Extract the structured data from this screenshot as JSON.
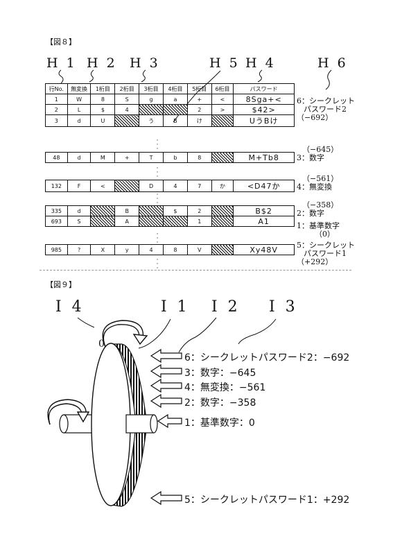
{
  "fig8": {
    "label": "【図８】",
    "h_labels": [
      "H 1",
      "H 2",
      "H 3",
      "H 5",
      "H 4",
      "H 6"
    ],
    "headers": [
      "行No.",
      "無変換",
      "1桁目",
      "2桁目",
      "3桁目",
      "4桁目",
      "5桁目",
      "6桁目",
      "パスワード"
    ],
    "rows": [
      {
        "cells": [
          "1",
          "W",
          "8",
          "S",
          "g",
          "a",
          "+",
          "<",
          "8Sga+<"
        ],
        "hatch": []
      },
      {
        "cells": [
          "2",
          "L",
          "$",
          "4",
          "",
          "",
          "2",
          ">",
          "$42>"
        ],
        "hatch": [
          4,
          5
        ]
      },
      {
        "cells": [
          "3",
          "d",
          "U",
          "",
          "う",
          "B",
          "け",
          "",
          "UうBけ"
        ],
        "hatch": [
          3,
          7
        ]
      },
      {
        "cells": [
          "48",
          "d",
          "M",
          "+",
          "T",
          "b",
          "8",
          "",
          "M+Tb8"
        ],
        "hatch": [
          7
        ]
      },
      {
        "cells": [
          "132",
          "F",
          "<",
          "",
          "D",
          "4",
          "7",
          "か",
          "<D47か"
        ],
        "hatch": [
          3
        ]
      },
      {
        "cells": [
          "335",
          "d",
          "",
          "B",
          "",
          "$",
          "2",
          "",
          "B$2"
        ],
        "hatch": [
          2,
          4,
          7
        ]
      },
      {
        "cells": [
          "693",
          "S",
          "",
          "A",
          "",
          "",
          "1",
          "",
          "A1"
        ],
        "hatch": [
          2,
          4,
          5,
          7
        ]
      },
      {
        "cells": [
          "985",
          "?",
          "X",
          "y",
          "4",
          "8",
          "V",
          "",
          "Xy48V"
        ],
        "hatch": [
          7
        ]
      }
    ],
    "row_labels": {
      "r1": {
        "name": "6：シークレット",
        "name2": "パスワード2",
        "value": "（−692）"
      },
      "r4": {
        "value": "（−645）",
        "name": "3：数字"
      },
      "r5": {
        "value": "（−561）",
        "name": "4：無変換"
      },
      "r6": {
        "value": "（−358）",
        "name": "2：数字"
      },
      "r7": {
        "name": "1：基準数字",
        "value": "（0）"
      },
      "r8": {
        "name": "5：シークレット",
        "name2": "パスワード1",
        "value": "（+292）"
      }
    }
  },
  "fig9": {
    "label": "【図９】",
    "i_labels": [
      "I 4",
      "I 1",
      "I 2",
      "I 3"
    ],
    "zero": "0",
    "arrows": [
      "6：シークレットパスワード2：−692",
      "3：数字：−645",
      "4：無変換：−561",
      "2：数字：−358",
      "1：基準数字：0",
      "5：シークレットパスワード1：+292"
    ]
  }
}
